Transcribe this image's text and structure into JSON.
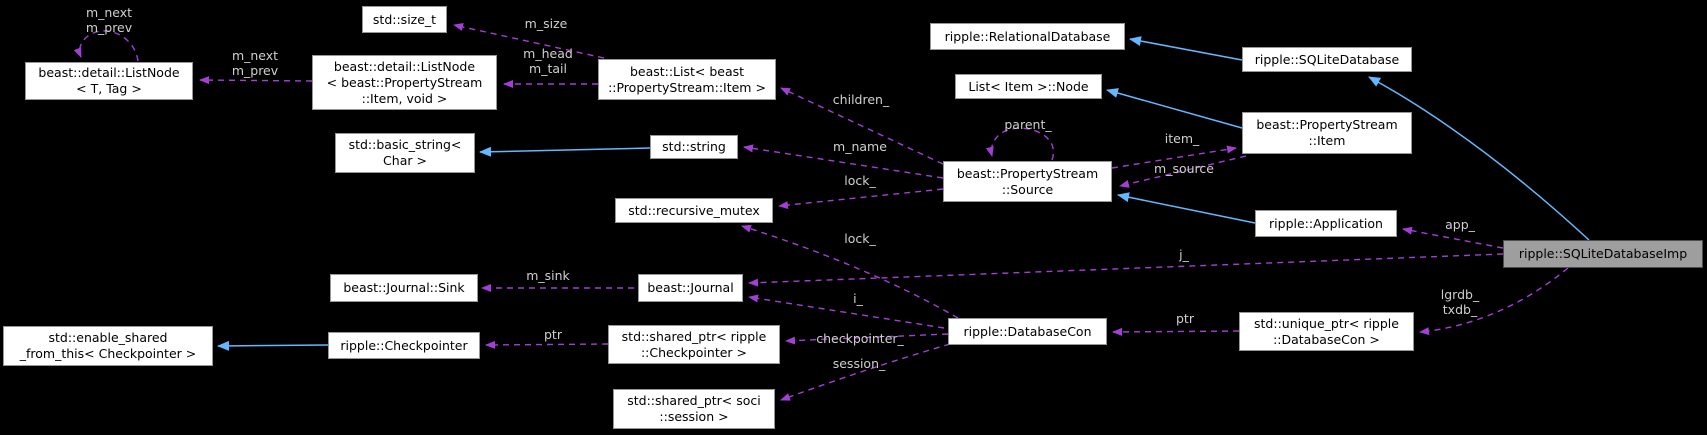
{
  "diagram": {
    "background_color": "#000000",
    "node_fill": "#ffffff",
    "node_border": "#969696",
    "highlight_node_fill": "#9e9e9e",
    "inheritance_edge_color": "#63b8ff",
    "usage_edge_color": "#a33fd6",
    "edge_label_color": "#cfcfcf"
  },
  "nodes": [
    {
      "id": "listnode-t-tag",
      "label": "beast::detail::ListNode\n< T, Tag >"
    },
    {
      "id": "size-t",
      "label": "std::size_t"
    },
    {
      "id": "listnode-item-void",
      "label": "beast::detail::ListNode\n< beast::PropertyStream\n::Item, void >"
    },
    {
      "id": "list-item",
      "label": "beast::List< beast\n::PropertyStream::Item >"
    },
    {
      "id": "basic-string",
      "label": "std::basic_string<\nChar >"
    },
    {
      "id": "string",
      "label": "std::string"
    },
    {
      "id": "recursive-mutex",
      "label": "std::recursive_mutex"
    },
    {
      "id": "journal-sink",
      "label": "beast::Journal::Sink"
    },
    {
      "id": "journal",
      "label": "beast::Journal"
    },
    {
      "id": "enable-shared-from-this",
      "label": "std::enable_shared\n_from_this< Checkpointer >"
    },
    {
      "id": "checkpointer",
      "label": "ripple::Checkpointer"
    },
    {
      "id": "shared-ptr-checkpointer",
      "label": "std::shared_ptr< ripple\n::Checkpointer >"
    },
    {
      "id": "shared-ptr-session",
      "label": "std::shared_ptr< soci\n::session >"
    },
    {
      "id": "databasecon",
      "label": "ripple::DatabaseCon"
    },
    {
      "id": "relational-database",
      "label": "ripple::RelationalDatabase"
    },
    {
      "id": "list-item-node",
      "label": "List< Item >::Node"
    },
    {
      "id": "property-stream-source",
      "label": "beast::PropertyStream\n::Source"
    },
    {
      "id": "sqlite-database",
      "label": "ripple::SQLiteDatabase"
    },
    {
      "id": "property-stream-item",
      "label": "beast::PropertyStream\n::Item"
    },
    {
      "id": "application",
      "label": "ripple::Application"
    },
    {
      "id": "unique-ptr-databasecon",
      "label": "std::unique_ptr< ripple\n::DatabaseCon >"
    },
    {
      "id": "sqlite-database-imp",
      "label": "ripple::SQLiteDatabaseImp",
      "highlight": true
    }
  ],
  "edges": [
    {
      "label": "m_next\nm_prev",
      "from": "listnode-t-tag",
      "to": "listnode-t-tag",
      "type": "usage"
    },
    {
      "label": "m_next\nm_prev",
      "from": "listnode-item-void",
      "to": "listnode-t-tag",
      "type": "usage"
    },
    {
      "label": "m_size",
      "from": "list-item",
      "to": "size-t",
      "type": "usage"
    },
    {
      "label": "m_head\nm_tail",
      "from": "list-item",
      "to": "listnode-item-void",
      "type": "usage"
    },
    {
      "label": "children_",
      "from": "property-stream-source",
      "to": "list-item",
      "type": "usage"
    },
    {
      "label": "m_name",
      "from": "property-stream-source",
      "to": "string",
      "type": "usage"
    },
    {
      "label": "lock_",
      "from": "property-stream-source",
      "to": "recursive-mutex",
      "type": "usage"
    },
    {
      "label": "lock_",
      "from": "databasecon",
      "to": "recursive-mutex",
      "type": "usage"
    },
    {
      "label": "parent_",
      "from": "property-stream-source",
      "to": "property-stream-source",
      "type": "usage"
    },
    {
      "label": "item_",
      "from": "property-stream-source",
      "to": "property-stream-item",
      "type": "usage"
    },
    {
      "label": "m_source",
      "from": "property-stream-item",
      "to": "property-stream-source",
      "type": "usage"
    },
    {
      "label": "m_sink",
      "from": "journal",
      "to": "journal-sink",
      "type": "usage"
    },
    {
      "label": "i_",
      "from": "databasecon",
      "to": "journal",
      "type": "usage"
    },
    {
      "label": "j_",
      "from": "sqlite-database-imp",
      "to": "journal",
      "type": "usage"
    },
    {
      "label": "app_",
      "from": "sqlite-database-imp",
      "to": "application",
      "type": "usage"
    },
    {
      "label": "lgrdb_\ntxdb_",
      "from": "sqlite-database-imp",
      "to": "unique-ptr-databasecon",
      "type": "usage"
    },
    {
      "label": "ptr",
      "from": "unique-ptr-databasecon",
      "to": "databasecon",
      "type": "usage"
    },
    {
      "label": "checkpointer_",
      "from": "databasecon",
      "to": "shared-ptr-checkpointer",
      "type": "usage"
    },
    {
      "label": "session_",
      "from": "databasecon",
      "to": "shared-ptr-session",
      "type": "usage"
    },
    {
      "label": "ptr",
      "from": "shared-ptr-checkpointer",
      "to": "checkpointer",
      "type": "usage"
    },
    {
      "label": "",
      "from": "string",
      "to": "basic-string",
      "type": "inheritance"
    },
    {
      "label": "",
      "from": "sqlite-database",
      "to": "relational-database",
      "type": "inheritance"
    },
    {
      "label": "",
      "from": "property-stream-item",
      "to": "list-item-node",
      "type": "inheritance"
    },
    {
      "label": "",
      "from": "application",
      "to": "property-stream-source",
      "type": "inheritance"
    },
    {
      "label": "",
      "from": "checkpointer",
      "to": "enable-shared-from-this",
      "type": "inheritance"
    },
    {
      "label": "",
      "from": "sqlite-database-imp",
      "to": "sqlite-database",
      "type": "inheritance"
    }
  ]
}
